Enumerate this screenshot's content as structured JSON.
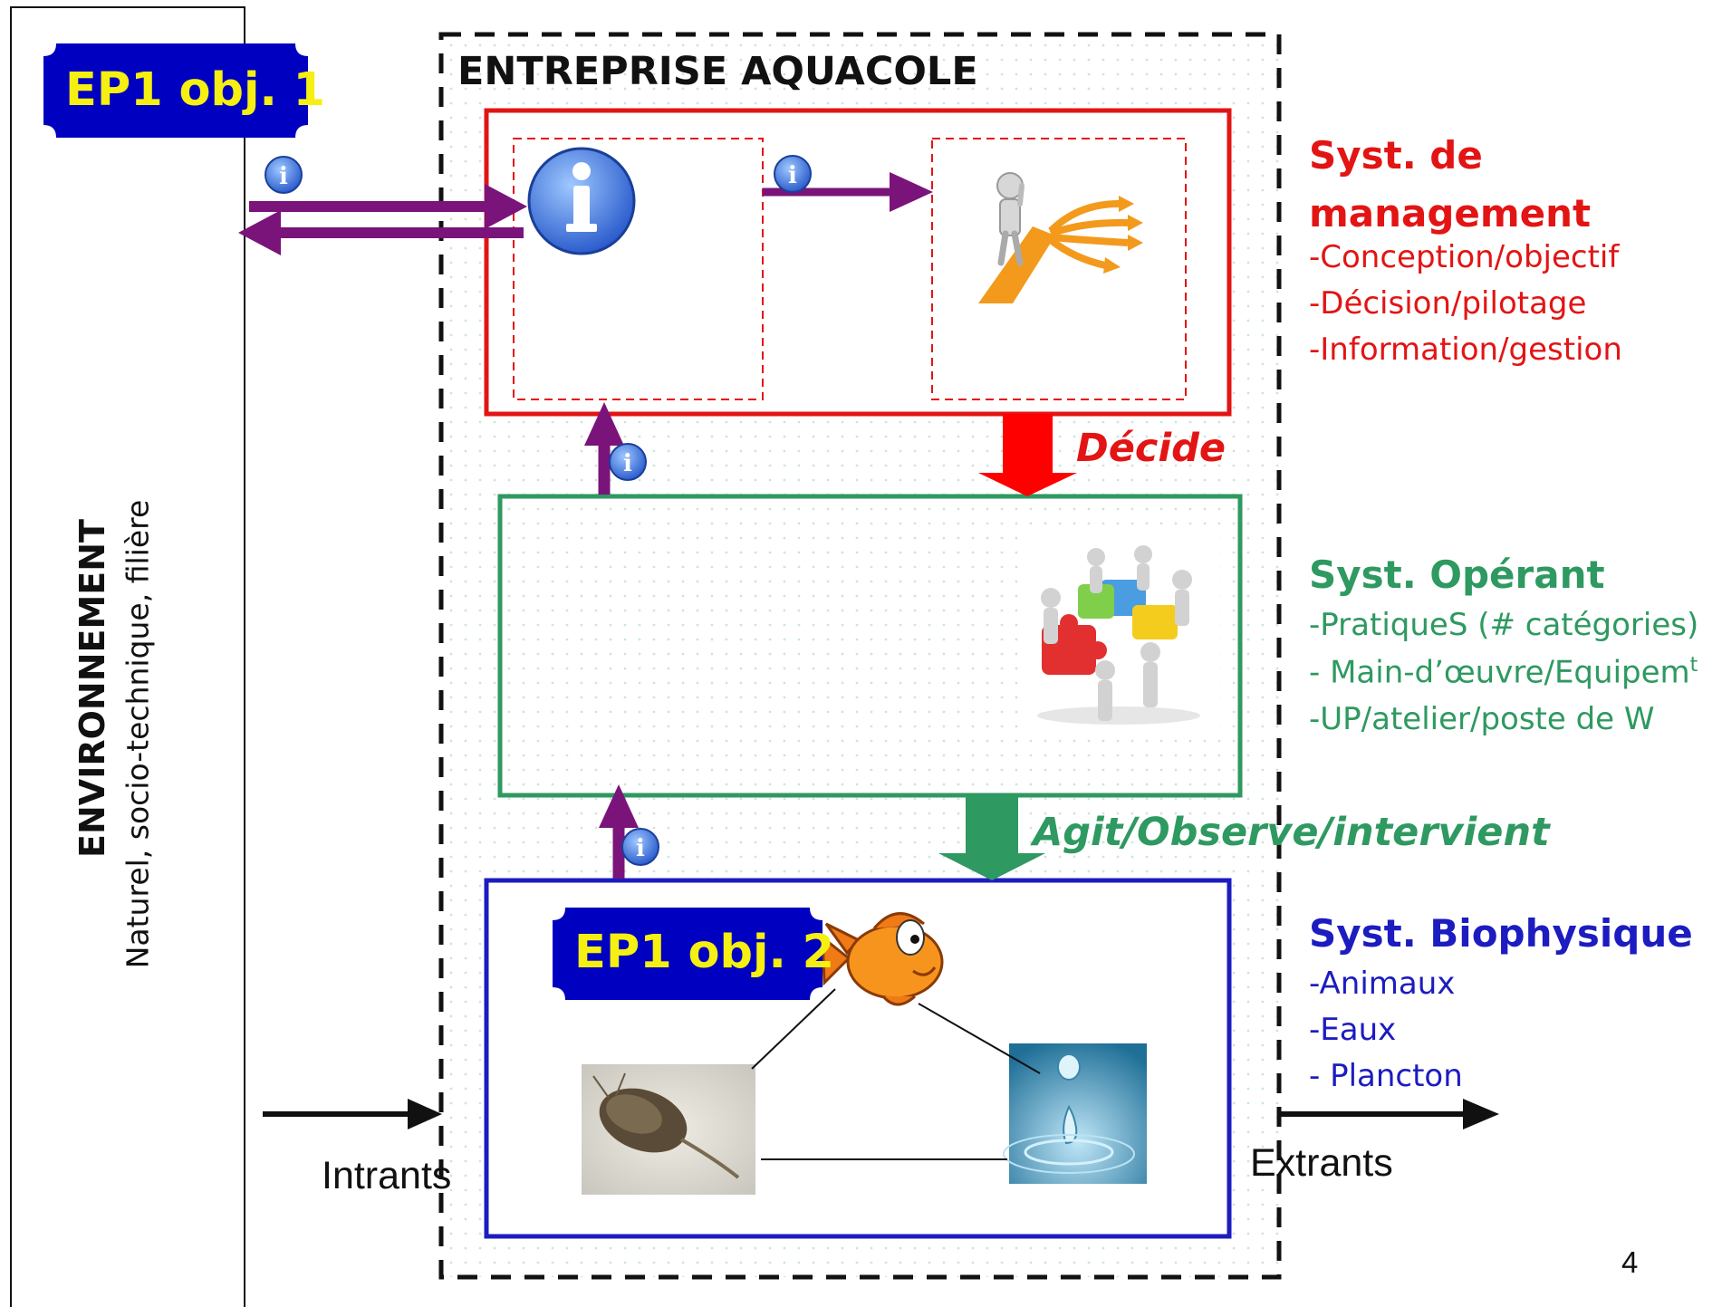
{
  "environment": {
    "title": "ENVIRONNEMENT",
    "subtitle": "Naturel, socio-technique, filière"
  },
  "enterprise": {
    "title": "ENTREPRISE AQUACOLE"
  },
  "badges": {
    "obj1": "EP1 obj. 1",
    "obj2": "EP1 obj. 2"
  },
  "management": {
    "title": "Syst. de management",
    "items": [
      "-Conception/objectif",
      "-Décision/pilotage",
      "-Information/gestion"
    ]
  },
  "operant": {
    "title": "Syst. Opérant",
    "items": [
      "-PratiqueS (# catégories)",
      "- Main-d’œuvre/Equipem",
      "-UP/atelier/poste de W"
    ],
    "superscript": "t"
  },
  "biophysique": {
    "title": "Syst. Biophysique",
    "items": [
      "-Animaux",
      "-Eaux",
      "- Plancton"
    ]
  },
  "verbs": {
    "decide": "Décide",
    "agit": "Agit/Observe/intervient"
  },
  "flows": {
    "in": "Intrants",
    "out": "Extrants"
  },
  "info_glyph": "i",
  "page_number": "4",
  "colors": {
    "management": "#e31414",
    "operant": "#2e9960",
    "biophysique": "#1c1cc0",
    "info_arrow": "#7a147a",
    "badge_bg": "#0000c0",
    "badge_text": "#f5ef12"
  },
  "icons": [
    "info-icon",
    "decision-person-icon",
    "puzzle-team-icon",
    "fish-icon",
    "plankton-image",
    "water-drop-image"
  ]
}
